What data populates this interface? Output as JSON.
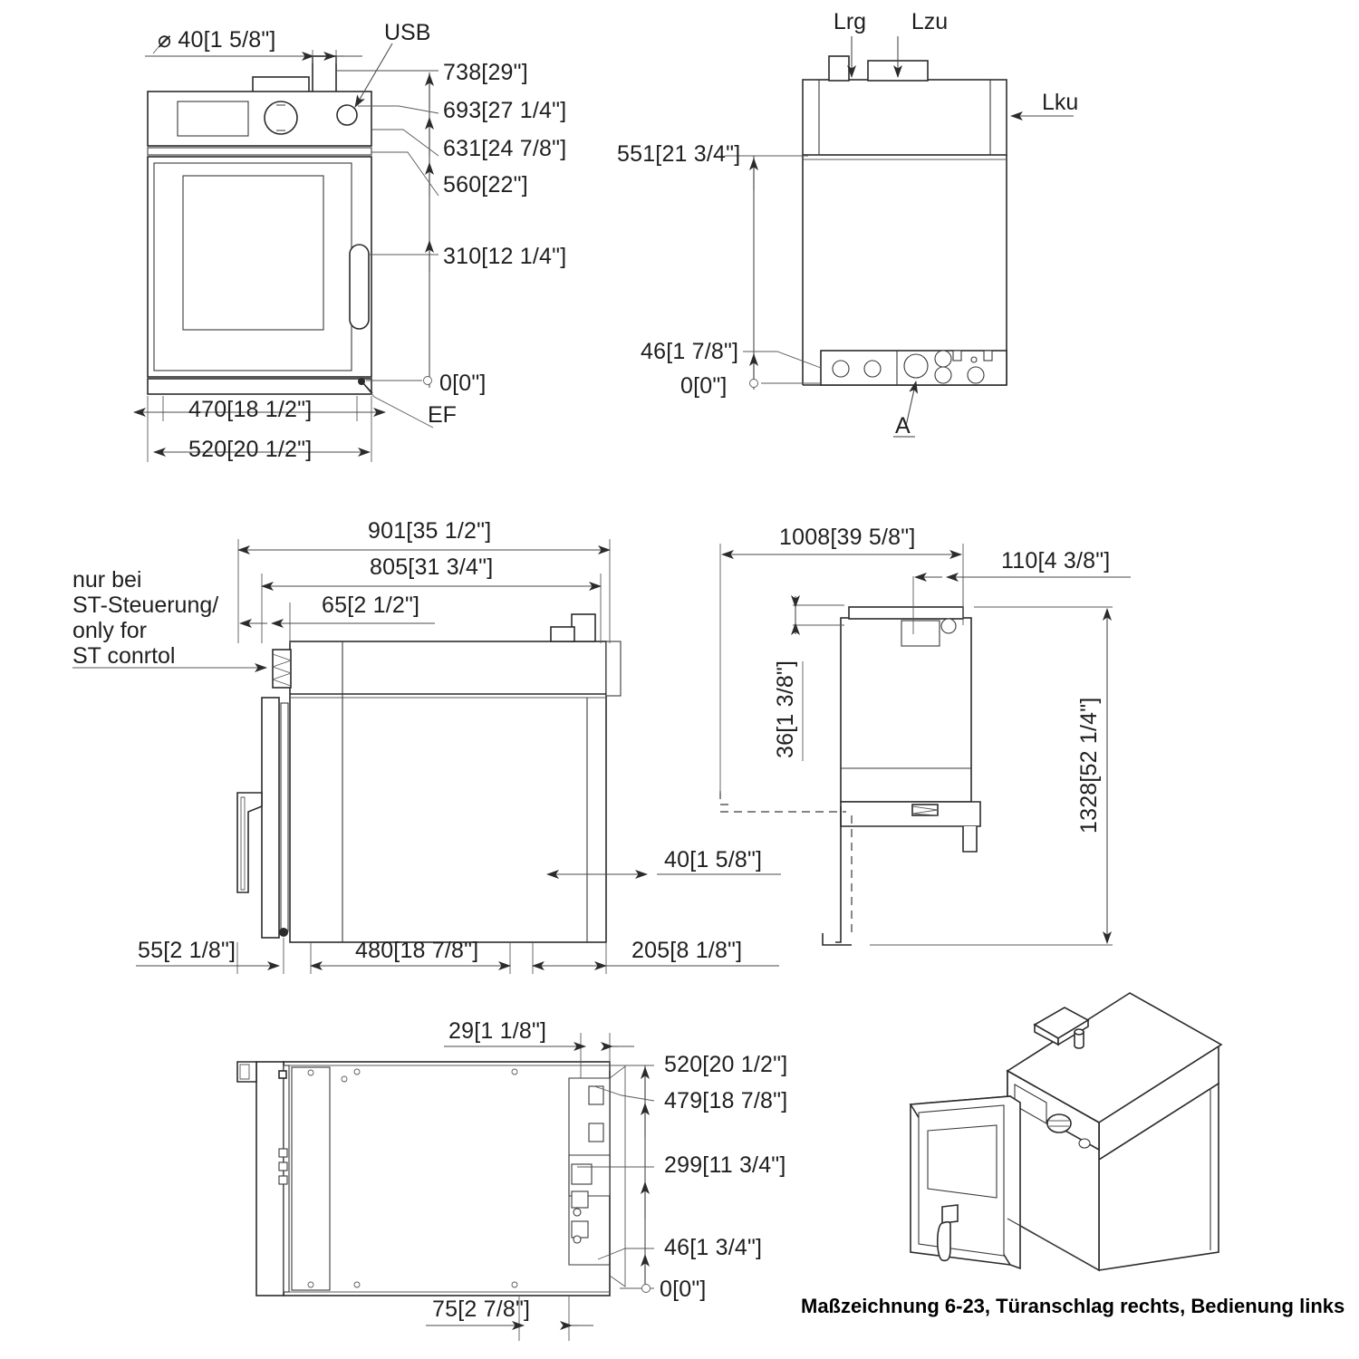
{
  "drawing": {
    "caption": "Maßzeichnung 6-23, Türanschlag rechts, Bedienung links",
    "views": {
      "front": {
        "name": "front-view",
        "dimensions": {
          "diameter_top": "⌀ 40[1 5/8\"]",
          "d738": "738[29\"]",
          "d693": "693[27 1/4\"]",
          "d631": "631[24 7/8\"]",
          "d560": "560[22\"]",
          "d310": "310[12 1/4\"]",
          "d0": "0[0\"]",
          "d470": "470[18 1/2\"]",
          "d520": "520[20 1/2\"]"
        },
        "labels": {
          "usb": "USB",
          "ef": "EF"
        }
      },
      "rear": {
        "name": "rear-view",
        "dimensions": {
          "d551": "551[21 3/4\"]",
          "d46": "46[1 7/8\"]",
          "d0": "0[0\"]"
        },
        "labels": {
          "lrg": "Lrg",
          "lzu": "Lzu",
          "lku": "Lku",
          "section_a": "A"
        }
      },
      "side": {
        "name": "side-view",
        "dimensions": {
          "d901": "901[35 1/2\"]",
          "d805": "805[31 3/4\"]",
          "d65": "65[2 1/2\"]",
          "d40": "40[1 5/8\"]",
          "d55": "55[2 1/8\"]",
          "d480": "480[18 7/8\"]",
          "d205": "205[8 1/8\"]"
        },
        "note": {
          "line1": "nur bei",
          "line2": "ST-Steuerung/",
          "line3": "only for",
          "line4": "ST conrtol"
        }
      },
      "installation": {
        "name": "installation-view",
        "dimensions": {
          "d1008": "1008[39 5/8\"]",
          "d110": "110[4 3/8\"]",
          "d36": "36[1 3/8\"]",
          "d1328": "1328[52 1/4\"]"
        }
      },
      "top": {
        "name": "top-view",
        "dimensions": {
          "d29": "29[1 1/8\"]",
          "d520": "520[20 1/2\"]",
          "d479": "479[18 7/8\"]",
          "d299": "299[11 3/4\"]",
          "d46": "46[1 3/4\"]",
          "d0": "0[0\"]",
          "d75": "75[2 7/8\"]"
        }
      },
      "isometric": {
        "name": "isometric-view"
      }
    }
  },
  "colors": {
    "line": "#2b2b2b",
    "dimension": "#4a4a4a",
    "background": "#ffffff"
  }
}
